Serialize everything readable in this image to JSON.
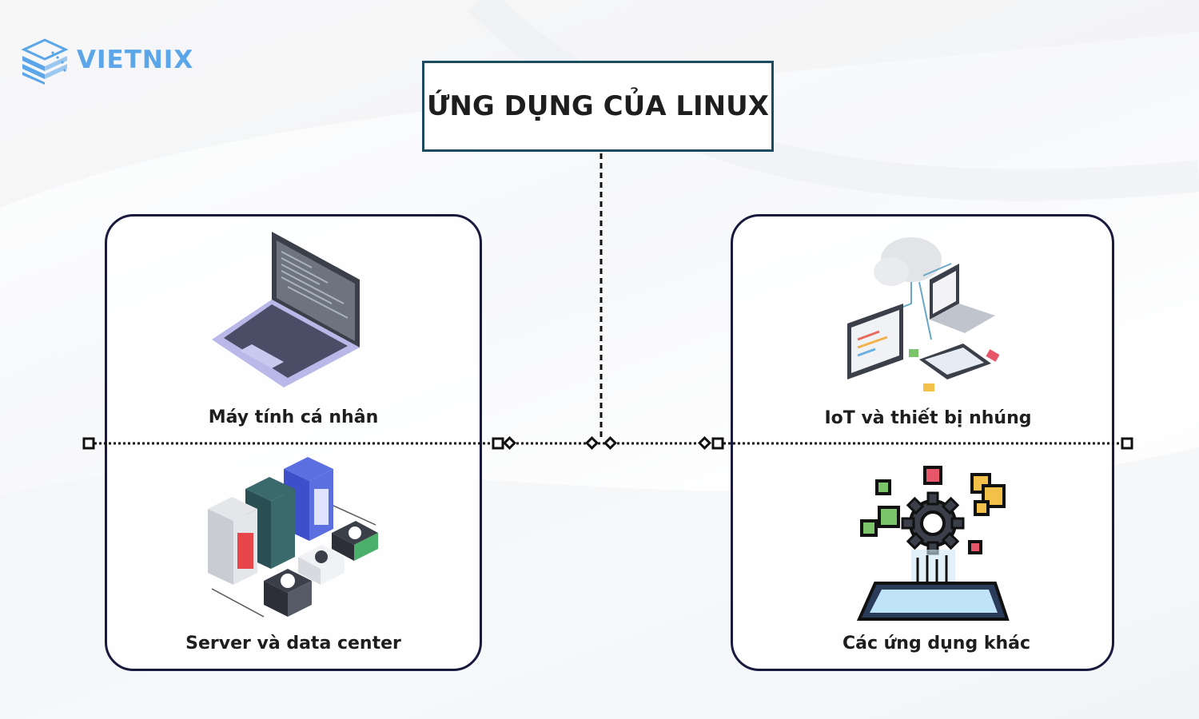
{
  "brand": {
    "name": "VIETNIX",
    "color": "#5aa6e8",
    "icon": "stacked-layers-logo-icon"
  },
  "title": "ỨNG DỤNG CỦA LINUX",
  "colors": {
    "box_border": "#1d4b5f",
    "card_border": "#1a1a3e",
    "connector": "#111111"
  },
  "items": [
    {
      "label": "Máy tính cá nhân",
      "icon": "laptop-icon"
    },
    {
      "label": "IoT và thiết bị nhúng",
      "icon": "iot-devices-icon"
    },
    {
      "label": "Server và data center",
      "icon": "server-rack-icon"
    },
    {
      "label": "Các ứng dụng khác",
      "icon": "gear-apps-icon"
    }
  ]
}
